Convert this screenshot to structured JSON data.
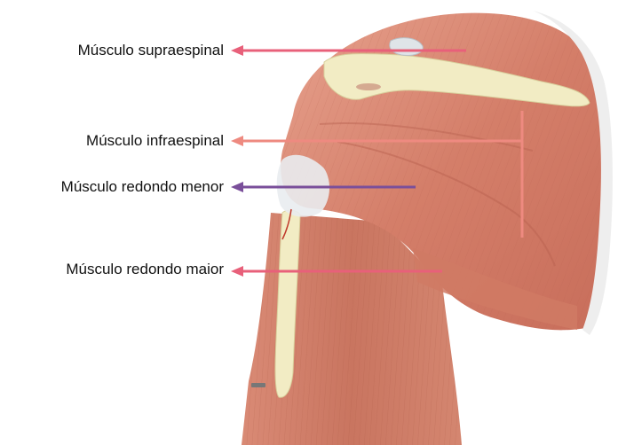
{
  "labels": {
    "supraespinal": "Músculo supraespinal",
    "infraespinal": "Músculo infraespinal",
    "redondo_menor": "Músculo redondo menor",
    "redondo_maior": "Músculo redondo maior"
  },
  "colors": {
    "supraespinal_arrow": "#e8607a",
    "infraespinal_arrow": "#ee8a80",
    "redondo_menor_arrow": "#7a4f9a",
    "redondo_maior_arrow": "#e8607a",
    "muscle": "#d9836e",
    "bone": "#f2ecc4"
  }
}
